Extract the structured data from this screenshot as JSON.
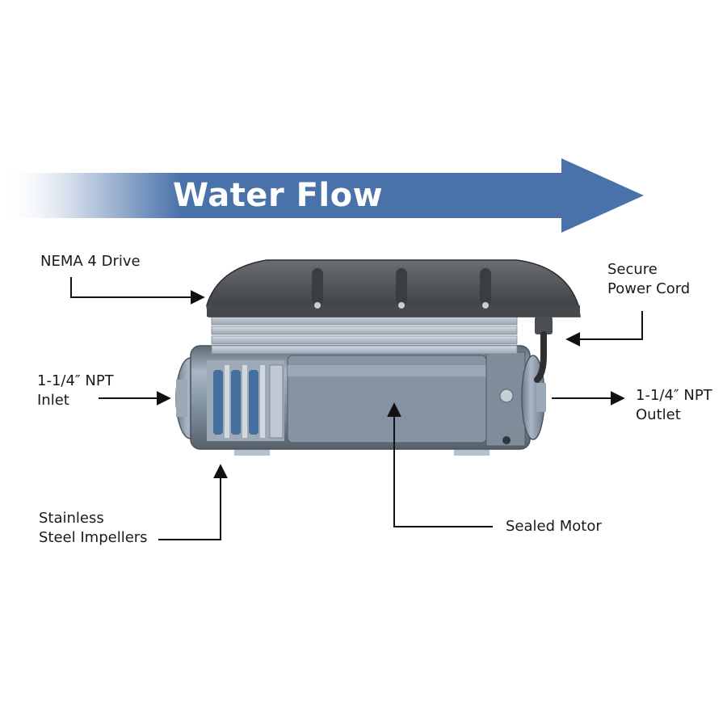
{
  "banner": {
    "label": "Water Flow",
    "color": "#4a72aa"
  },
  "callouts": {
    "drive": [
      "NEMA 4 Drive"
    ],
    "power_cord": [
      "Secure",
      "Power Cord"
    ],
    "inlet": [
      "1-1/4″ NPT",
      "Inlet"
    ],
    "outlet": [
      "1-1/4″ NPT",
      "Outlet"
    ],
    "impellers": [
      "Stainless",
      "Steel Impellers"
    ],
    "motor": [
      "Sealed Motor"
    ]
  }
}
